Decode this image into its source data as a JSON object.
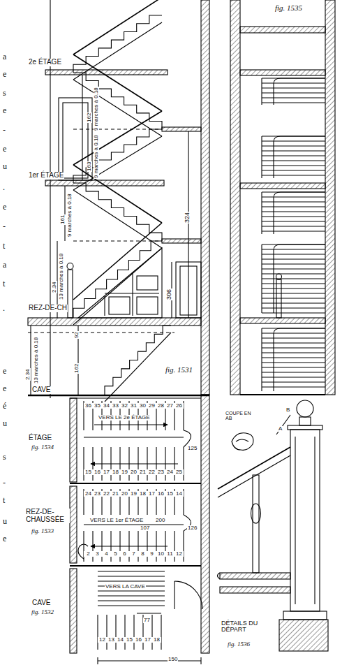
{
  "diagram": {
    "labels": [
      "a",
      "e",
      "s",
      "e",
      "-",
      "e",
      "u",
      ".",
      "e",
      "-",
      "t",
      "a",
      "t",
      ".",
      "e",
      "e",
      "é",
      "u",
      "s",
      "-",
      "t",
      "u",
      "e",
      "2e ÉTAGE",
      "1er ÉTAGE",
      "REZ-DE-CH",
      "CAVE",
      "fig. 1531",
      "fig. 1535",
      "162",
      "9 marches à 0.18",
      "163",
      "9 marches à 0.18",
      "161",
      "9 marches à 0.18",
      "2.34",
      "13 marches à 0.18",
      "2.34",
      "13 marches à 0.18",
      "324",
      "306",
      "162",
      "92",
      "ÉTAGE",
      "fig. 1534",
      "REZ-DE-CHAUSSÉE",
      "fig. 1533",
      "CAVE",
      "fig. 1532",
      "VERS LE 2e ÉTAGE",
      "125",
      "VERS LE 1er ÉTAGE",
      "200",
      "107",
      "126",
      "VERS LA CAVE",
      "77",
      "150",
      "COUPE EN AB",
      "A",
      "B",
      "DÉTAILS DU DÉPART",
      "fig. 1536",
      "36",
      "35",
      "34",
      "33",
      "32",
      "31",
      "30",
      "29",
      "28",
      "27",
      "26",
      "15",
      "16",
      "17",
      "18",
      "19",
      "20",
      "21",
      "22",
      "23",
      "24",
      "25",
      "24",
      "23",
      "22",
      "21",
      "20",
      "19",
      "18",
      "17",
      "16",
      "15",
      "14",
      "2",
      "3",
      "4",
      "5",
      "6",
      "7",
      "8",
      "9",
      "10",
      "11",
      "12",
      "12",
      "13",
      "14",
      "15",
      "16",
      "17",
      "18"
    ]
  }
}
